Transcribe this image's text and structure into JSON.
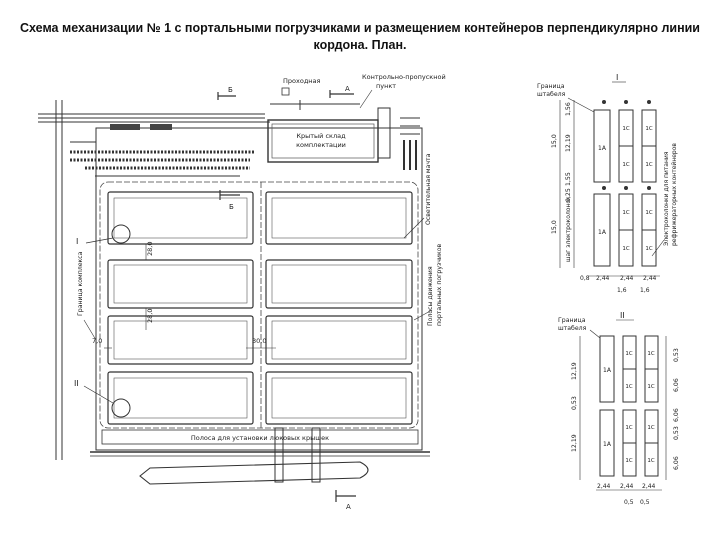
{
  "title": "Схема механизации № 1 с портальными погрузчиками и размещением контейнеров перпендикулярно линии кордона. План.",
  "plan": {
    "label_prokhodnaya": "Проходная",
    "label_kpp_1": "Контрольно-пропускной",
    "label_kpp_2": "пункт",
    "label_sklad_1": "Крытый склад",
    "label_sklad_2": "комплектации",
    "label_svet_machta": "Осветительная мачта",
    "label_granitsa": "Граница комплекса",
    "label_polosy_1": "Полосы движения",
    "label_polosy_2": "портальных погрузчиков",
    "label_polosa_kryshek": "Полоса для установки люковых крышек",
    "section_a": "А",
    "section_b": "Б",
    "marker_1": "I",
    "marker_2": "II",
    "dim_28": "28,0",
    "dim_7": "7,0",
    "dim_30": "30,0"
  },
  "detail_1": {
    "roman": "I",
    "boundary_1": "Граница",
    "boundary_2": "штабеля",
    "side_note_1": "Электроколонки для питания",
    "side_note_2": "рефрижераторных контейнеров",
    "dim_156": "1,56",
    "dim_1219": "12,19",
    "dim_150": "15,0",
    "dim_155": "1,55",
    "dim_025": "0,25",
    "dim_150b": "15,0",
    "dim_electro": "шаг электроколонок",
    "bottom_08": "0,8",
    "bottom_244": "2,44",
    "bottom_16": "1,6",
    "label_1a": "1А",
    "label_1c": "1С"
  },
  "detail_2": {
    "roman": "II",
    "boundary_1": "Граница",
    "boundary_2": "штабеля",
    "dim_1219": "12,19",
    "dim_053": "0,53",
    "dim_606": "6,06",
    "dim_053b": "0,53",
    "bottom_244": "2,44",
    "bottom_05": "0,5",
    "label_1a": "1А",
    "label_1c": "1С"
  }
}
